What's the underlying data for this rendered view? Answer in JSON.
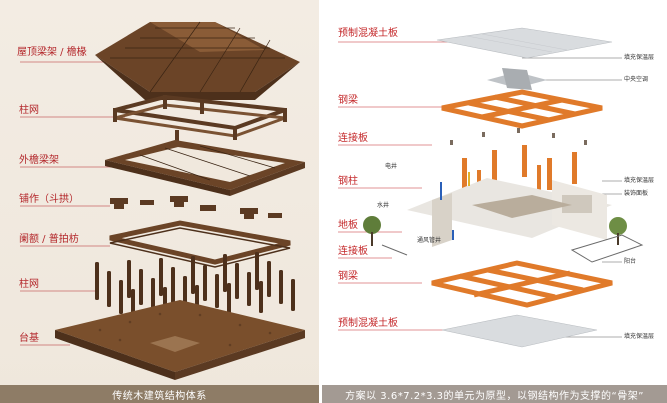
{
  "left": {
    "labels": {
      "roof": "屋顶梁架 / 檐椽",
      "column_grid_top": "柱网",
      "outer_eave": "外檐梁架",
      "bracket": "铺作（斗拱）",
      "lane_e": "阑额 / 普拍枋",
      "column_grid": "柱网",
      "base": "台基"
    },
    "caption": "传统木建筑结构体系"
  },
  "right": {
    "labels": {
      "precast_top": "预制混凝土板",
      "fill_top": "填充保温层",
      "central_ac": "中央空调",
      "steel_beam_top": "钢梁",
      "connect_top": "连接板",
      "elec_well": "电井",
      "steel_column": "钢柱",
      "fill_mid": "填充保温层",
      "decor": "装饰面板",
      "water_well": "水井",
      "floor_slab": "地板",
      "vent": "通风管井",
      "connect_bottom": "连接板",
      "balcony": "阳台",
      "steel_beam_bottom": "钢梁",
      "precast_bottom": "预制混凝土板",
      "fill_bottom": "填充保温层"
    },
    "caption": "方案以 3.6*7.2*3.3的单元为原型，以钢结构作为支撑的“骨架”"
  },
  "colors": {
    "label_red": "#b3262a",
    "wood_dark": "#5b3a22",
    "wood_mid": "#7a5233",
    "steel_orange": "#e07a2a",
    "left_caption_bg": "#8e7c66",
    "right_caption_bg": "#a39a93"
  }
}
